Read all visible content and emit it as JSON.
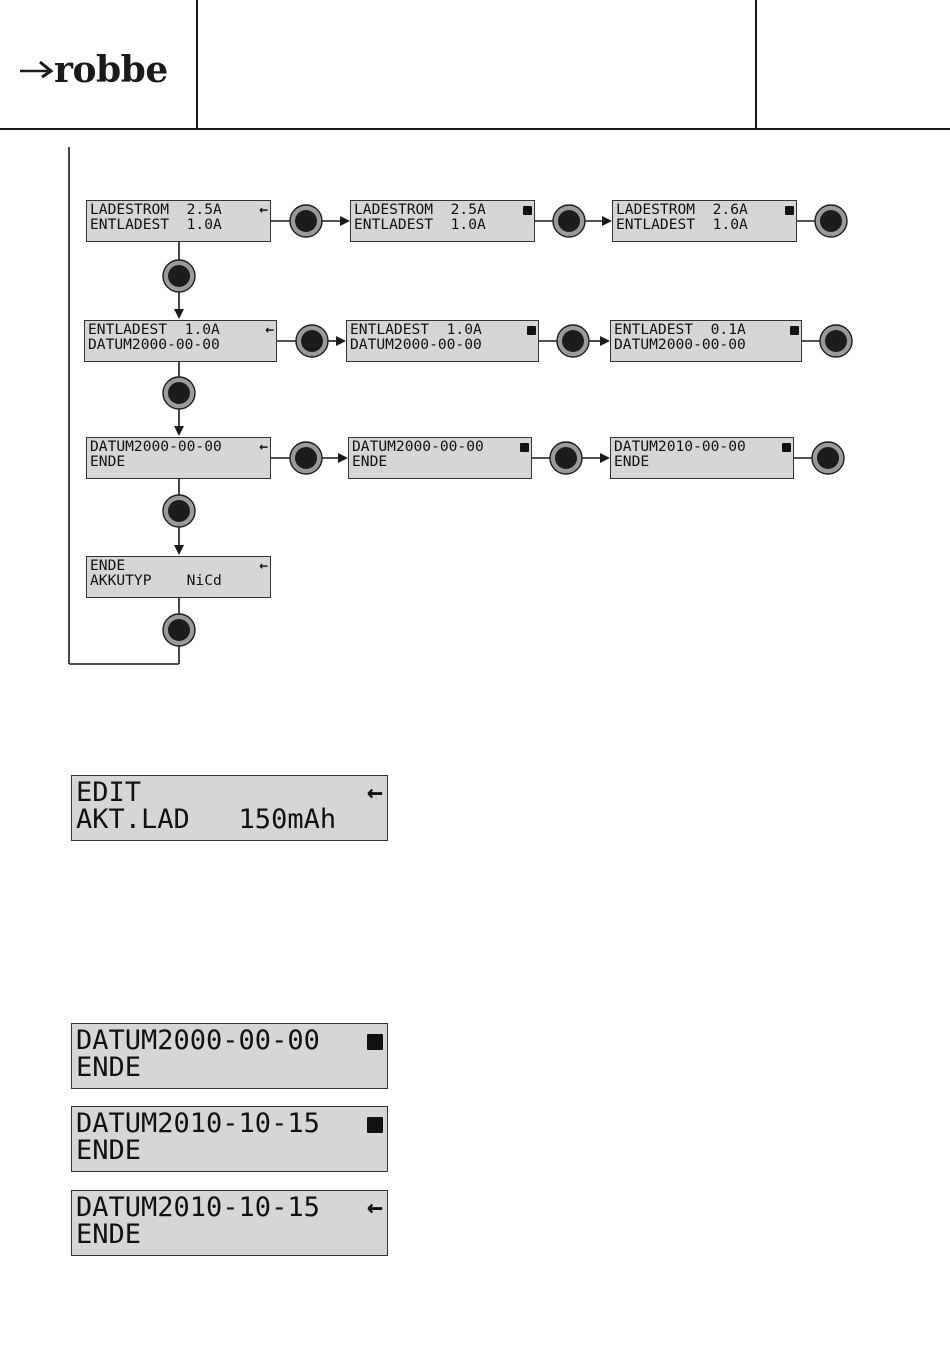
{
  "header": {
    "brand": "robbe"
  },
  "flow": {
    "rows": [
      {
        "screens": [
          {
            "line1": "LADESTROM  2.5A",
            "line2": "ENTLADEST  1.0A",
            "cursor": "arrow-icon"
          },
          {
            "line1": "LADESTROM  2.5A",
            "line2": "ENTLADEST  1.0A",
            "cursor": "block-cursor-icon"
          },
          {
            "line1": "LADESTROM  2.6A",
            "line2": "ENTLADEST  1.0A",
            "cursor": "block-cursor-icon"
          }
        ]
      },
      {
        "screens": [
          {
            "line1": "ENTLADEST  1.0A",
            "line2": "DATUM2000-00-00",
            "cursor": "arrow-icon"
          },
          {
            "line1": "ENTLADEST  1.0A",
            "line2": "DATUM2000-00-00",
            "cursor": "block-cursor-icon"
          },
          {
            "line1": "ENTLADEST  0.1A",
            "line2": "DATUM2000-00-00",
            "cursor": "block-cursor-icon"
          }
        ]
      },
      {
        "screens": [
          {
            "line1": "DATUM2000-00-00",
            "line2": "ENDE",
            "cursor": "arrow-icon"
          },
          {
            "line1": "DATUM2000-00-00",
            "line2": "ENDE",
            "cursor": "block-cursor-icon"
          },
          {
            "line1": "DATUM2010-00-00",
            "line2": "ENDE",
            "cursor": "block-cursor-icon"
          }
        ]
      },
      {
        "screens": [
          {
            "line1": "ENDE",
            "line2": "AKKUTYP    NiCd",
            "cursor": "arrow-icon"
          }
        ]
      }
    ]
  },
  "displays": [
    {
      "line1": "EDIT",
      "line2": "AKT.LAD   150mAh",
      "cursor": "arrow-icon"
    },
    {
      "line1": "DATUM2000-00-00",
      "line2": "ENDE",
      "cursor": "block-cursor-icon"
    },
    {
      "line1": "DATUM2010-10-15",
      "line2": "ENDE",
      "cursor": "block-cursor-icon"
    },
    {
      "line1": "DATUM2010-10-15",
      "line2": "ENDE",
      "cursor": "arrow-icon"
    }
  ],
  "colors": {
    "lcd_bg": "#d6d6d6",
    "ink": "#1a1a1a",
    "button_fill": "#1c1c1c",
    "button_ring": "#9a9a9a"
  }
}
